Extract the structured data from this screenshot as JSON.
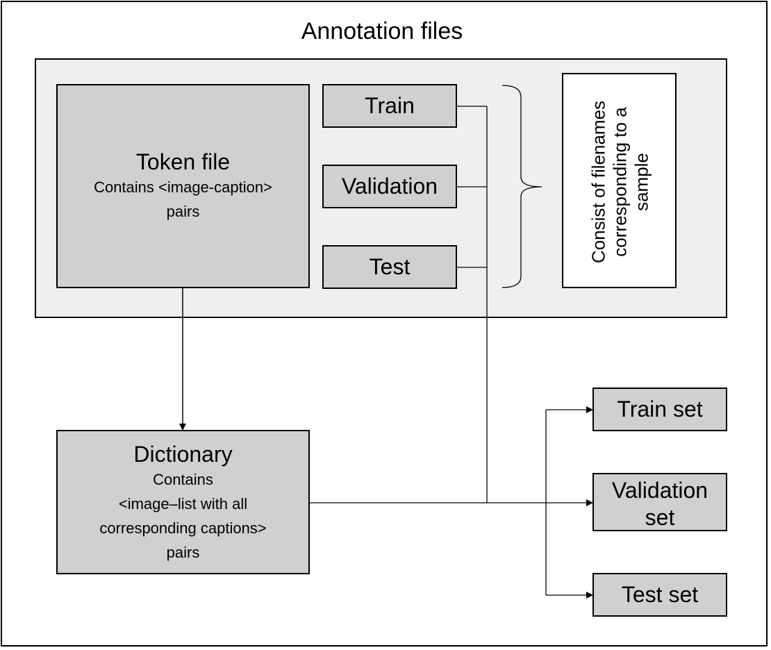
{
  "title": "Annotation files",
  "token_file": {
    "title": "Token file",
    "line1": "Contains <image-caption>",
    "line2": "pairs"
  },
  "splits": {
    "train": "Train",
    "validation": "Validation",
    "test": "Test"
  },
  "note": {
    "line1": "Consist of filenames",
    "line2": "corresponding to a",
    "line3": "sample"
  },
  "dictionary": {
    "title": "Dictionary",
    "line1": "Contains",
    "line2": "<image–list with all",
    "line3": "corresponding captions>",
    "line4": "pairs"
  },
  "outputs": {
    "train_set": "Train set",
    "validation_set_line1": "Validation",
    "validation_set_line2": "set",
    "test_set": "Test set"
  }
}
